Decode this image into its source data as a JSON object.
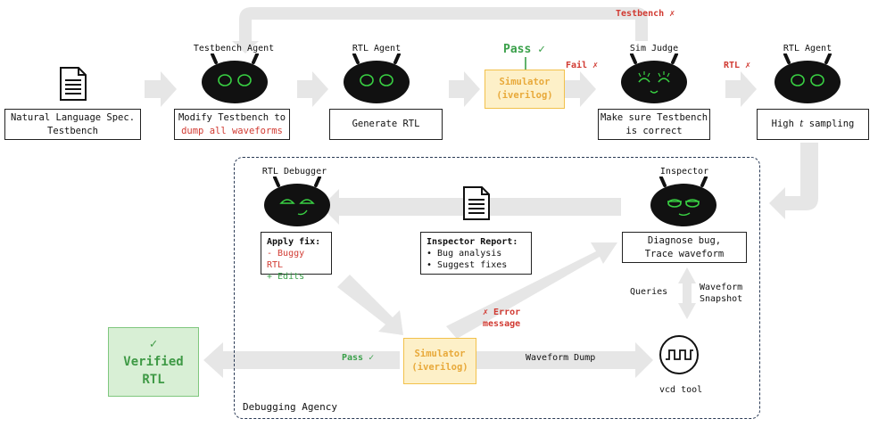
{
  "top_row": {
    "spec_box": [
      "Natural Language Spec.",
      "Testbench"
    ],
    "testbench_agent": {
      "title": "Testbench Agent",
      "line1": "Modify Testbench to",
      "line2": "dump all waveforms"
    },
    "rtl_agent_1": {
      "title": "RTL Agent",
      "text": "Generate RTL"
    },
    "simulator": {
      "line1": "Simulator",
      "line2": "(iverilog)",
      "pass_label": "Pass ✓",
      "fail_label": "Fail ✗"
    },
    "sim_judge": {
      "title": "Sim Judge",
      "line1": "Make sure Testbench",
      "line2": "is correct"
    },
    "rtl_agent_2": {
      "title": "RTL Agent",
      "text_prefix": "High ",
      "text_var": "t",
      "text_suffix": " sampling",
      "rtl_fail_label": "RTL ✗"
    },
    "testbench_fail_label": "Testbench ✗"
  },
  "agency": {
    "label": "Debugging Agency",
    "rtl_debugger": {
      "title": "RTL Debugger",
      "heading": "Apply fix:",
      "removed": "- Buggy RTL",
      "added": "+ Edits"
    },
    "inspector_report": {
      "heading": "Inspector Report:",
      "items": [
        "•  Bug analysis",
        "•  Suggest fixes"
      ]
    },
    "inspector": {
      "title": "Inspector",
      "line1": "Diagnose bug,",
      "line2": "Trace waveform"
    },
    "queries_label": "Queries",
    "waveform_snapshot_label": [
      "Waveform",
      "Snapshot"
    ],
    "error_label": [
      "✗ Error",
      "message"
    ],
    "simulator": {
      "line1": "Simulator",
      "line2": "(iverilog)"
    },
    "waveform_dump_label": "Waveform Dump",
    "pass_label": "Pass ✓",
    "vcd_tool_label": "vcd tool"
  },
  "verified": {
    "check": "✓",
    "line1": "Verified",
    "line2": "RTL"
  },
  "colors": {
    "arrow": "#e6e6e6",
    "sim_fill": "#fdf0c8",
    "sim_border": "#f2c14b",
    "pass": "#3aa04a",
    "fail": "#d13a32",
    "verified_fill": "#d8efd5"
  }
}
